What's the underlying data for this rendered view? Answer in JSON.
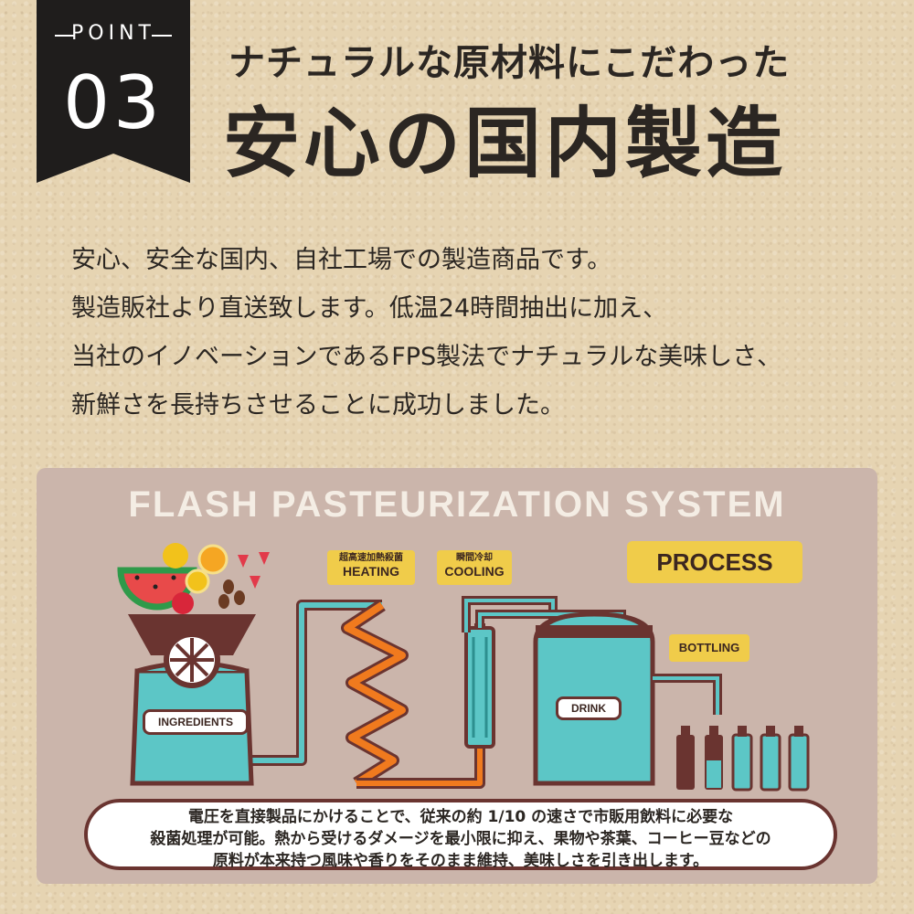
{
  "badge": {
    "label": "POINT",
    "number": "03"
  },
  "header": {
    "subtitle": "ナチュラルな原材料にこだわった",
    "title": "安心の国内製造"
  },
  "body": {
    "lines": [
      "安心、安全な国内、自社工場での製造商品です。",
      "製造販社より直送致します。低温24時間抽出に加え、",
      "当社のイノベーションであるFPS製法でナチュラルな美味しさ、",
      "新鮮さを長持ちさせることに成功しました。"
    ]
  },
  "diagram": {
    "title": "FLASH PASTEURIZATION SYSTEM",
    "process_label": "PROCESS",
    "heating": {
      "jp": "超高速加熱殺菌",
      "en": "HEATING"
    },
    "cooling": {
      "jp": "瞬間冷却",
      "en": "COOLING"
    },
    "bottling": "BOTTLING",
    "ingredients": "INGREDIENTS",
    "drink": "DRINK",
    "note_lines": [
      "電圧を直接製品にかけることで、従来の約 1/10 の速さで市販用飲料に必要な",
      "殺菌処理が可能。熱から受けるダメージを最小限に抑え、果物や茶葉、コーヒー豆などの",
      "原料が本来持つ風味や香りをそのまま維持、美味しさを引き出します。"
    ],
    "colors": {
      "panel": "#cbb5ab",
      "label": "#f0cc4a",
      "tank": "#5cc6c6",
      "outline": "#6a3430",
      "heat": "#f07a1e"
    }
  }
}
